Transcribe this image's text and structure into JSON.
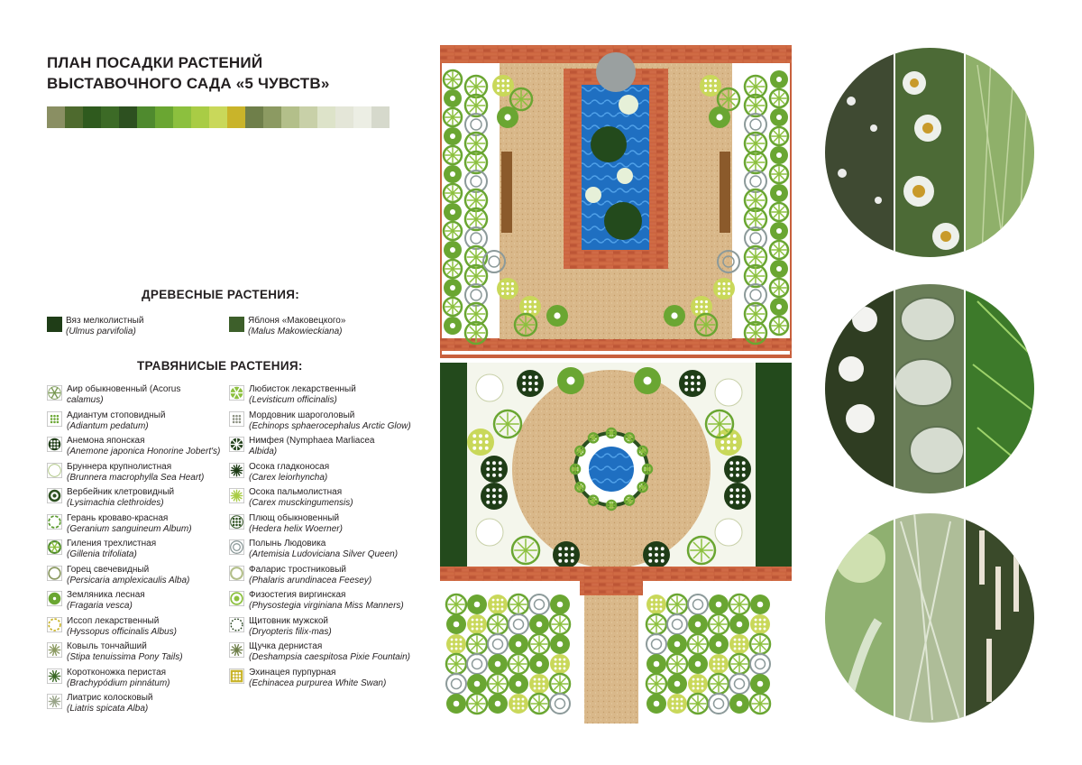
{
  "title_line1": "ПЛАН ПОСАДКИ РАСТЕНИЙ",
  "title_line2": "ВЫСТАВОЧНОГО САДА «5 ЧУВСТВ»",
  "palette_colors": [
    "#8a8f63",
    "#4e6a2e",
    "#2f5a1e",
    "#3c6a26",
    "#2d5020",
    "#4f8a2e",
    "#6aa632",
    "#8cc03e",
    "#a9cc45",
    "#c9d85a",
    "#c9b42a",
    "#6f7f4a",
    "#8c9a62",
    "#b3bf8a",
    "#c8d0a8",
    "#dde3c9",
    "#e4e6d8",
    "#eceee4",
    "#d6d9cc"
  ],
  "woody_header": "ДРЕВЕСНЫЕ РАСТЕНИЯ:",
  "woody": [
    {
      "name": "Вяз мелколистный",
      "latin": "(Ulmus parvifolia)",
      "color": "#1f3d17"
    },
    {
      "name": "Яблоня «Маковецкого»",
      "latin": "(Malus Makowieckiana)",
      "color": "#3d5f2a"
    }
  ],
  "herb_header": "ТРАВЯНИСЫЕ РАСТЕНИЯ:",
  "herbs_left": [
    {
      "name": "Аир обыкновенный  (Acorus",
      "latin": "calamus)",
      "icon": "grass-outline"
    },
    {
      "name": "Адиантум стоповидный",
      "latin": "(Adiantum pedatum)",
      "icon": "fern-green"
    },
    {
      "name": "Анемона японская",
      "latin": "(Anemone japonica Honorine Jobert's)",
      "icon": "dots-dark"
    },
    {
      "name": "Бруннера крупнолистная",
      "latin": "(Brunnera macrophylla Sea Heart)",
      "icon": "circle-light"
    },
    {
      "name": "Вербейник клетровидный",
      "latin": "(Lysimachia clethroides)",
      "icon": "target-dark"
    },
    {
      "name": "Герань кроваво-красная",
      "latin": "(Geranium sanguineum Album)",
      "icon": "dashed-green"
    },
    {
      "name": "Гиления трехлистная",
      "latin": "(Gillenia trifoliata)",
      "icon": "ring-green"
    },
    {
      "name": "Горец свечевидный",
      "latin": "(Persicaria amplexicaulis Alba)",
      "icon": "ring-olive"
    },
    {
      "name": "Земляника лесная",
      "latin": "(Fragaria vesca)",
      "icon": "fill-green"
    },
    {
      "name": "Иссоп лекарственный",
      "latin": "(Hyssopus officinalis Albus)",
      "icon": "dashed-yellow"
    },
    {
      "name": "Ковыль тончайший",
      "latin": "(Stipa tenuissima Pony Tails)",
      "icon": "star-olive"
    },
    {
      "name": "Коротконожка перистая",
      "latin": "(Brachypódium pinnátum)",
      "icon": "star-green"
    },
    {
      "name": "Лиатрис колосковый",
      "latin": "(Liatris spicata Alba)",
      "icon": "star-grey"
    }
  ],
  "herbs_right": [
    {
      "name": "Любисток лекарственный",
      "latin": "(Levisticum officinalis)",
      "icon": "flower-green"
    },
    {
      "name": "Мордовник шароголовый",
      "latin": "(Echinops sphaerocephalus Arctic Glow)",
      "icon": "dots-grey"
    },
    {
      "name": "Нимфея (Nymphaea Marliacea",
      "latin": "Albida)",
      "icon": "flower-dark"
    },
    {
      "name": "Осока гладконосая",
      "latin": "(Carex leiorhyncha)",
      "icon": "star-dark"
    },
    {
      "name": "Осока пальмолистная",
      "latin": "(Carex musckingumensis)",
      "icon": "star-lime"
    },
    {
      "name": "Плющ обыкновенный",
      "latin": "(Hedera helix Woerner)",
      "icon": "dots-ring-dark"
    },
    {
      "name": "Полынь Людовика",
      "latin": "(Artemisia Ludoviciana Silver Queen)",
      "icon": "target-grey"
    },
    {
      "name": "Фаларис тростниковый",
      "latin": "(Phalaris arundinacea Feesey)",
      "icon": "ring-light"
    },
    {
      "name": "Физостегия виргинская",
      "latin": "(Physostegia virginiana Miss Manners)",
      "icon": "ring-lime"
    },
    {
      "name": "Щитовник мужской",
      "latin": "(Dryopteris filix-mas)",
      "icon": "dashed-dark"
    },
    {
      "name": "Щучка дернистая",
      "latin": "(Deshampsia caespitosa Pixie Fountain)",
      "icon": "star-olive2"
    },
    {
      "name": "Эхинацея пурпурная",
      "latin": "(Echinacea purpurea White Swan)",
      "icon": "checker-yellow"
    }
  ]
}
